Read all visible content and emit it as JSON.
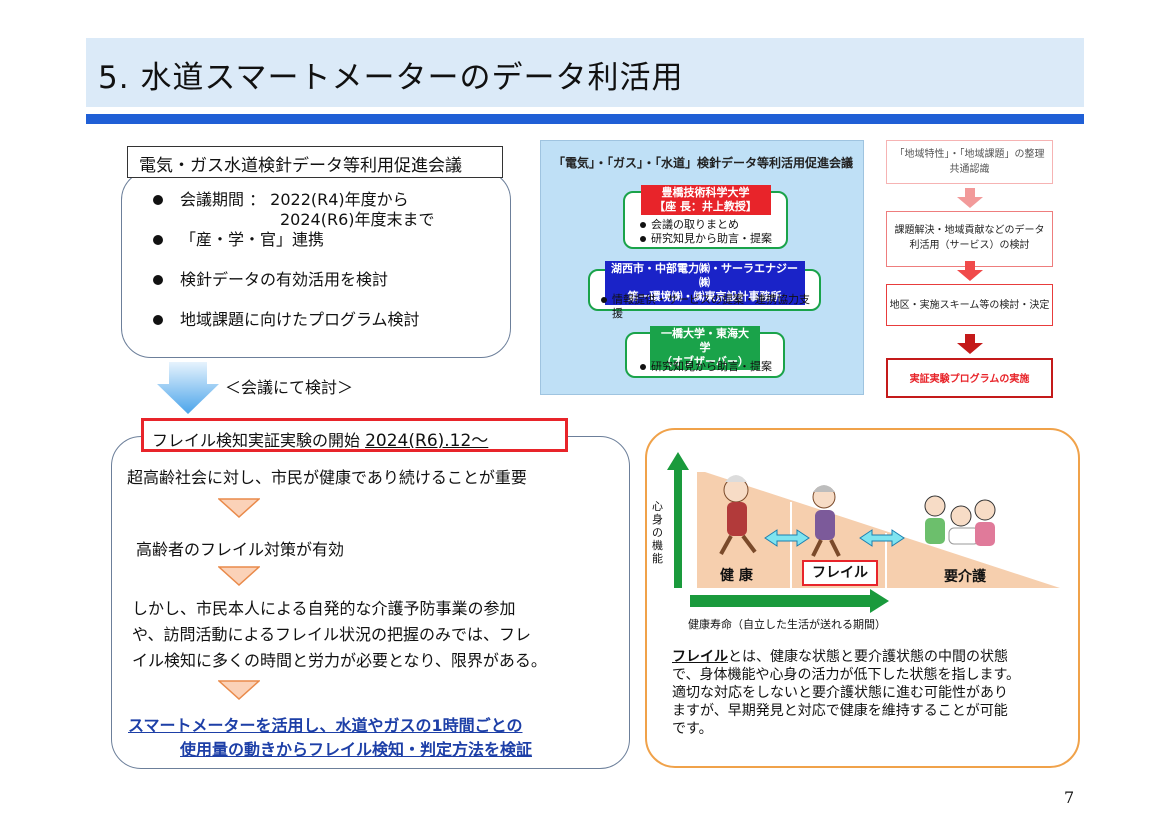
{
  "header": {
    "title": "5. 水道スマートメーターのデータ利活用"
  },
  "council": {
    "title": "電気・ガス水道検針データ等利用促進会議",
    "period_line1": "会議期間 ： 2022(R4)年度から",
    "period_line2": "2024(R6)年度末まで",
    "items": [
      "「産・学・官」連携",
      "検針データの有効活用を検討",
      "地域課題に向けたプログラム検討"
    ]
  },
  "discuss_label": "＜会議にて検討＞",
  "frail_study": {
    "title": "フレイル検知実証実験の開始",
    "date": "2024(R6).12～",
    "step1": "超高齢社会に対し、市民が健康であり続けることが重要",
    "step2": "高齢者のフレイル対策が有効",
    "step3_lines": [
      "しかし、市民本人による自発的な介護予防事業の参加",
      "や、訪問活動によるフレイル状況の把握のみでは、フレ",
      "イル検知に多くの時間と労力が必要となり、限界がある。"
    ],
    "conclusion_line1": "スマートメーターを活用し、水道やガスの1時間ごとの",
    "conclusion_line2": "使用量の動きからフレイル検知・判定方法を検証"
  },
  "org_chart": {
    "title": "「電気」・「ガス」・「水道」検針データ等利活用促進会議",
    "group1": {
      "head_line1": "豊橋技術科学大学",
      "head_line2": "【座 長：井上教授】",
      "items": [
        "会議の取りまとめ",
        "研究知見から助言・提案"
      ]
    },
    "group2": {
      "head_line1": "湖西市・中部電力㈱・サーラエナジー㈱",
      "head_line2": "第一環境㈱・㈱東京設計事務所",
      "items": [
        "情報提供・サービスの提案・連携協力支援"
      ]
    },
    "group3": {
      "head_line1": "一橋大学・東海大学",
      "head_line2": "（オブザーバー）",
      "items": [
        "研究知見から助言・提案"
      ]
    },
    "colors": {
      "head": "#e8242a",
      "group2_head": "#1a23c8",
      "border": "#1aa34a"
    }
  },
  "flow": {
    "step1_line1": "「地域特性」・「地域課題」の整理",
    "step1_line2": "共通認識",
    "step2_line1": "課題解決・地域貢献などのデータ",
    "step2_line2": "利活用（サービス）の検討",
    "step3": "地区・実施スキーム等の検討・決定",
    "step4": "実証実験プログラムの実施"
  },
  "diagram": {
    "y_axis_label": "心身の機能",
    "x_axis_label": "健康寿命（自立した生活が送れる期間）",
    "stage_healthy": "健 康",
    "stage_frail": "フレイル",
    "stage_care": "要介護",
    "definition_keyword": "フレイル",
    "definition_lines": [
      "とは、健康な状態と要介護状態の中間の状態",
      "で、身体機能や心身の活力が低下した状態を指します。",
      "適切な対応をしないと要介護状態に進む可能性があり",
      "ますが、早期発見と対応で健康を維持することが可能",
      "です。"
    ]
  },
  "page_number": "7"
}
